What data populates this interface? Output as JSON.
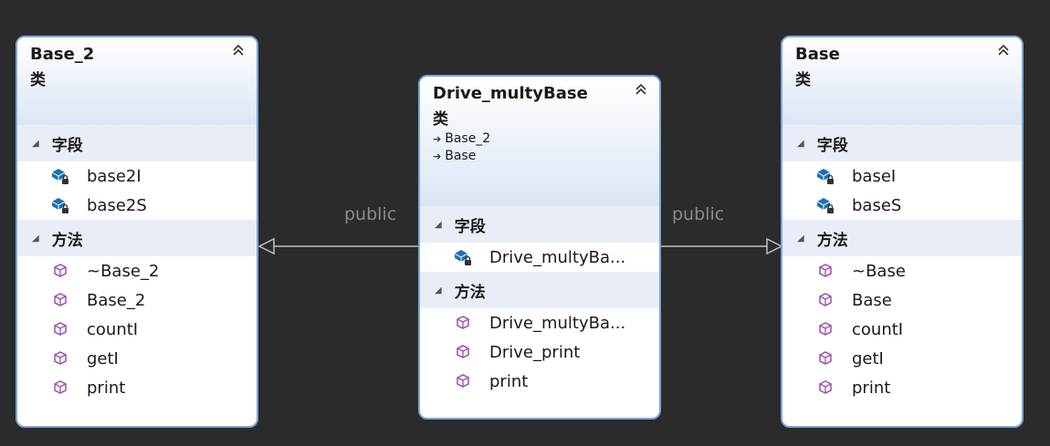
{
  "labels": {
    "fields_section": "字段",
    "methods_section": "方法",
    "edge_left": "public",
    "edge_right": "public"
  },
  "classes": [
    {
      "name": "Base_2",
      "kind": "类",
      "bases": [],
      "fields": [
        {
          "name": "base2I",
          "icon": "field-protected-icon"
        },
        {
          "name": "base2S",
          "icon": "field-protected-icon"
        }
      ],
      "methods": [
        {
          "name": "~Base_2",
          "icon": "method-icon"
        },
        {
          "name": "Base_2",
          "icon": "method-icon"
        },
        {
          "name": "countI",
          "icon": "method-icon"
        },
        {
          "name": "getI",
          "icon": "method-icon"
        },
        {
          "name": "print",
          "icon": "method-icon"
        }
      ]
    },
    {
      "name": "Drive_multyBase",
      "kind": "类",
      "bases": [
        "Base_2",
        "Base"
      ],
      "fields": [
        {
          "name": "Drive_multyBa...",
          "icon": "field-protected-icon"
        }
      ],
      "methods": [
        {
          "name": "Drive_multyBa...",
          "icon": "method-icon"
        },
        {
          "name": "Drive_print",
          "icon": "method-icon"
        },
        {
          "name": "print",
          "icon": "method-icon"
        }
      ]
    },
    {
      "name": "Base",
      "kind": "类",
      "bases": [],
      "fields": [
        {
          "name": "baseI",
          "icon": "field-protected-icon"
        },
        {
          "name": "baseS",
          "icon": "field-protected-icon"
        }
      ],
      "methods": [
        {
          "name": "~Base",
          "icon": "method-icon"
        },
        {
          "name": "Base",
          "icon": "method-icon"
        },
        {
          "name": "countI",
          "icon": "method-icon"
        },
        {
          "name": "getI",
          "icon": "method-icon"
        },
        {
          "name": "print",
          "icon": "method-icon"
        }
      ]
    }
  ],
  "colors": {
    "background": "#2b2b2b",
    "box_border": "#7aa7db",
    "header_gradient_end": "#dbe6f5",
    "section_bg": "#e9eef6",
    "connector": "#bfbfbf",
    "edge_label": "#8a8a8a",
    "field_icon": "#1e6fb5",
    "method_icon": "#9a4fb0"
  }
}
